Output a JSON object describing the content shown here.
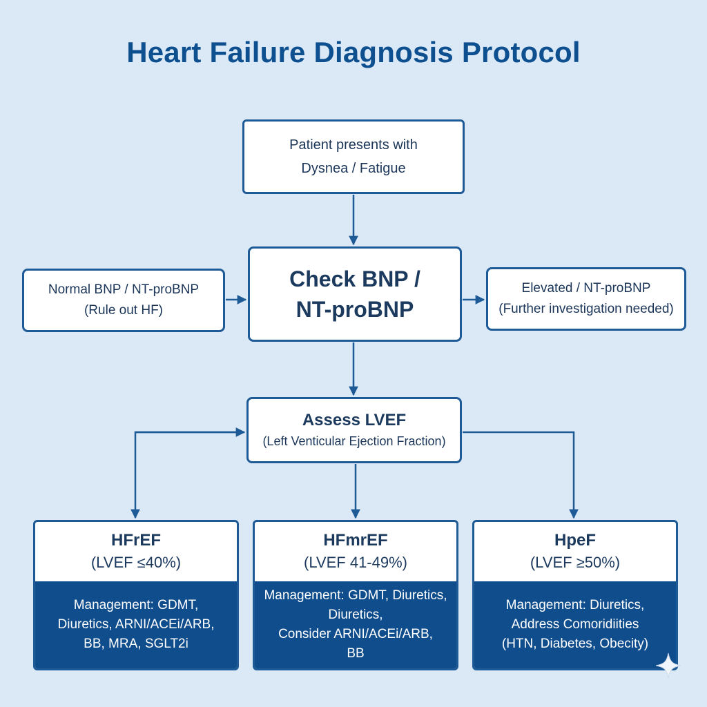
{
  "title": "Heart Failure Diagnosis Protocol",
  "colors": {
    "background": "#dbe9f7",
    "primary": "#1d5a96",
    "accent_fill": "#0f4d8c",
    "title": "#0d4f8f"
  },
  "nodes": {
    "patient": {
      "lines": [
        "Patient presents with",
        "Dysnea / Fatigue"
      ]
    },
    "check": {
      "lines": [
        "Check BNP /",
        "NT-proBNP"
      ]
    },
    "normal": {
      "lines": [
        "Normal BNP / NT-proBNP",
        "(Rule out HF)"
      ]
    },
    "elevated": {
      "lines": [
        "Elevated / NT-proBNP",
        "(Further investigation needed)"
      ]
    },
    "assess": {
      "title": "Assess LVEF",
      "subtitle": "(Left Venticular Ejection Fraction)"
    }
  },
  "categories": [
    {
      "name": "HFrEF",
      "range": "(LVEF ≤40%)",
      "management": [
        "Management: GDMT,",
        "Diuretics, ARNI/ACEi/ARB,",
        "BB, MRA, SGLT2i"
      ]
    },
    {
      "name": "HFmrEF",
      "range": "(LVEF 41-49%)",
      "management": [
        "Management: GDMT, Diuretics,",
        "Diuretics,",
        "Consider ARNI/ACEi/ARB,",
        "BB"
      ]
    },
    {
      "name": "HpeF",
      "range": "(LVEF ≥50%)",
      "management": [
        "Management: Diuretics,",
        "Address Comoridiities",
        "(HTN, Diabetes, Obecity)"
      ]
    }
  ],
  "icons": {
    "corner": "sparkle-icon"
  }
}
